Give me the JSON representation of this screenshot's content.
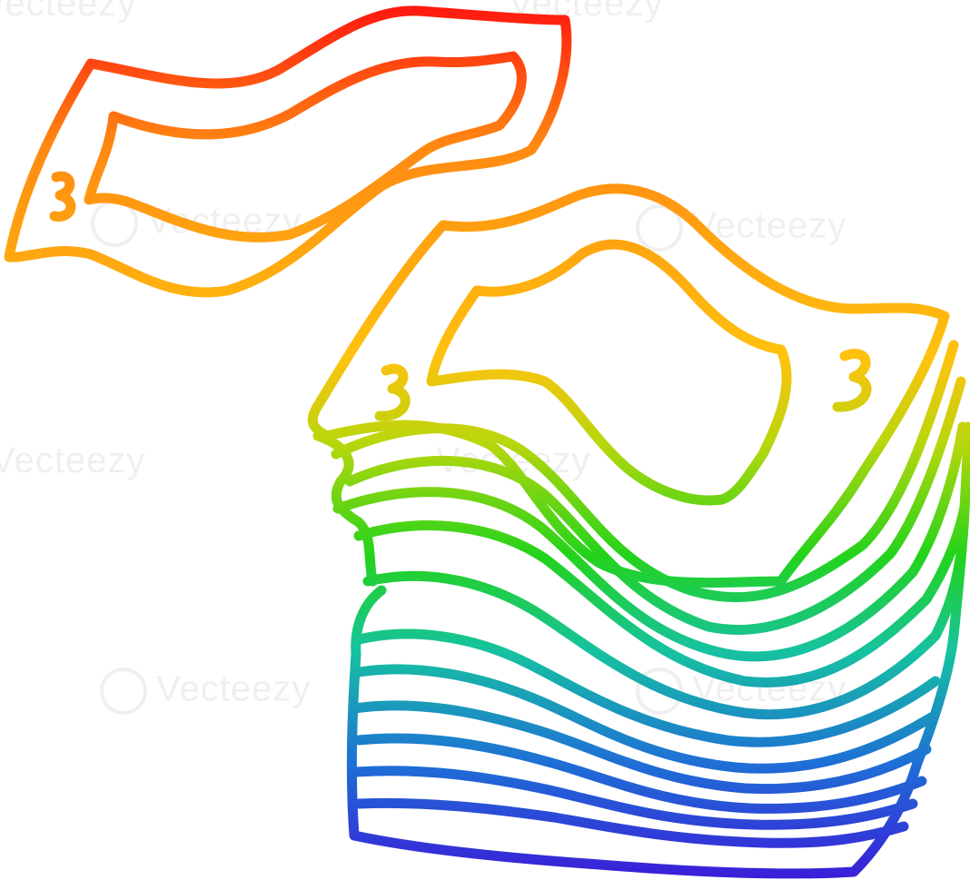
{
  "image": {
    "subject": "stack-of-cash-with-flying-bill",
    "style": "rainbow-gradient-line-art",
    "background": "#ffffff",
    "gradient": [
      "#ff1a10",
      "#ff8a12",
      "#ffc20e",
      "#b9d60c",
      "#23d31b",
      "#16c2a0",
      "#1e6fd6",
      "#3a1fd8"
    ]
  },
  "watermark": {
    "text": "Vecteezy"
  }
}
